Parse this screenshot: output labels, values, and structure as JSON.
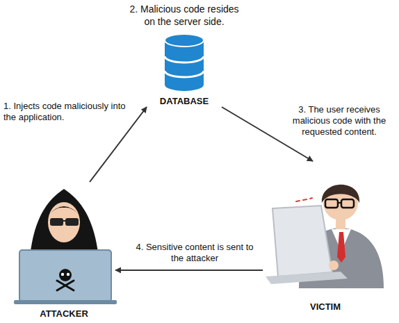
{
  "diagram": {
    "nodes": [
      {
        "text": [
          "2. Malicious code resides on the server side.",
          "DATABASE"
        ]
      },
      {
        "text": [
          "ATTACKER"
        ]
      },
      {
        "text": [
          "VICTIM"
        ]
      }
    ],
    "edges": [
      {
        "from": 1,
        "to": 0,
        "arrow": "to",
        "label": "1. Injects code maliciously into the application."
      },
      {
        "from": 0,
        "to": 2,
        "arrow": "to",
        "label": "3. The user receives malicious code with the requested content."
      },
      {
        "from": 2,
        "to": 1,
        "arrow": "to",
        "label": "4. Sensitive content is sent to the attacker"
      }
    ]
  }
}
